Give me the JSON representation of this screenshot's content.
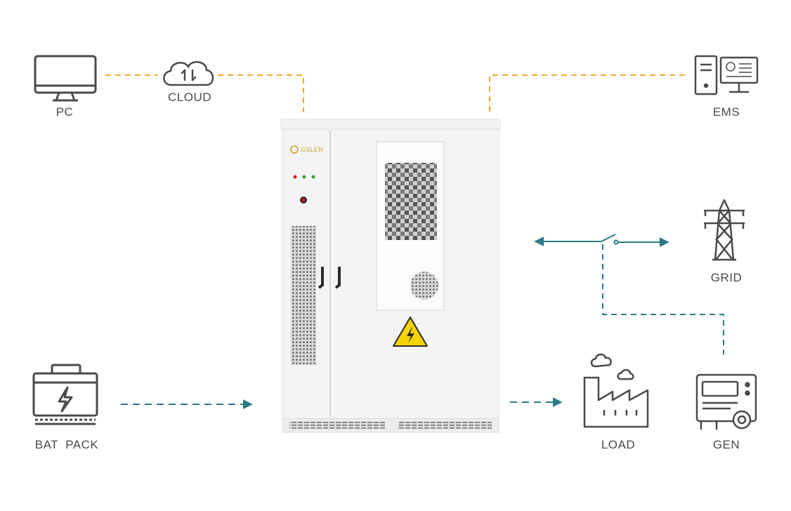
{
  "labels": {
    "pc": "PC",
    "cloud": "CLOUD",
    "ems": "EMS",
    "grid": "GRID",
    "bat_pack": "BAT  PACK",
    "load": "LOAD",
    "gen": "GEN"
  },
  "cabinet": {
    "brand": "GSLEN"
  },
  "colors": {
    "comm_line": "#f0a830",
    "power_line": "#2b7a86",
    "icon_stroke": "#4a4a4a",
    "warning": "#f5d400"
  },
  "icons": [
    "monitor-icon",
    "cloud-sync-icon",
    "server-monitor-icon",
    "transmission-tower-icon",
    "battery-icon",
    "factory-icon",
    "generator-icon",
    "high-voltage-warning-icon"
  ]
}
